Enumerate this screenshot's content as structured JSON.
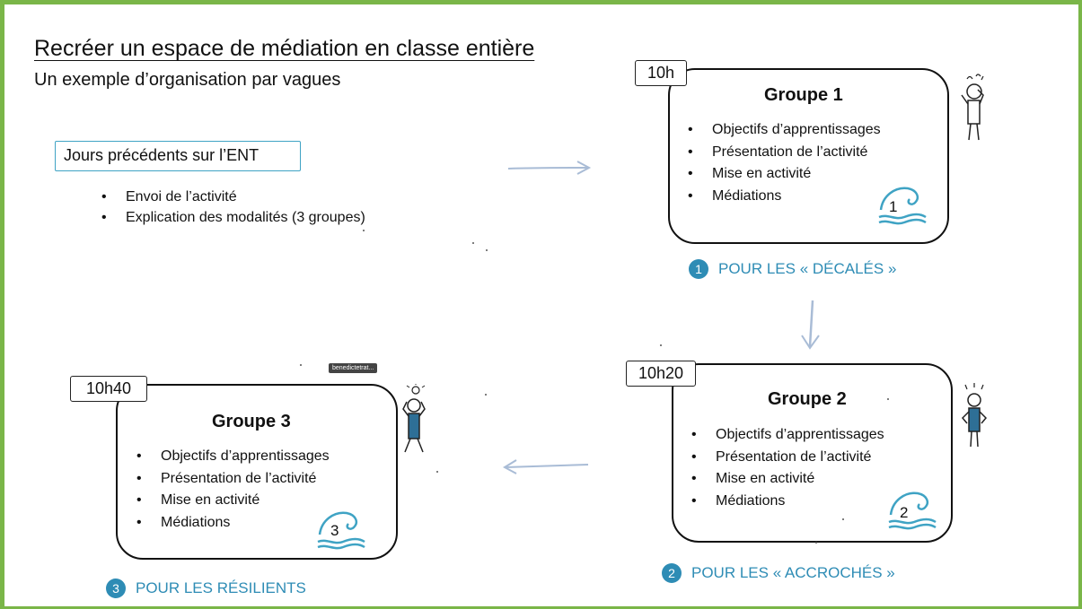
{
  "title": "Recréer un espace de médiation en classe entière",
  "subtitle": "Un exemple d’organisation par vagues",
  "previous_days": {
    "label": "Jours précédents sur l’ENT",
    "items": [
      "Envoi de l’activité",
      "Explication des modalités (3 groupes)"
    ]
  },
  "groups": [
    {
      "time": "10h",
      "title": "Groupe 1",
      "items": [
        "Objectifs d’apprentissages",
        "Présentation de l’activité",
        "Mise en activité",
        "Médiations"
      ],
      "wave_number": "1",
      "step_number": "1",
      "step_label": "POUR LES « DÉCALÉS »"
    },
    {
      "time": "10h20",
      "title": "Groupe 2",
      "items": [
        "Objectifs d’apprentissages",
        "Présentation de l’activité",
        "Mise en activité",
        "Médiations"
      ],
      "wave_number": "2",
      "step_number": "2",
      "step_label": "POUR LES « ACCROCHÉS »"
    },
    {
      "time": "10h40",
      "title": "Groupe 3",
      "items": [
        "Objectifs d’apprentissages",
        "Présentation de l’activité",
        "Mise en activité",
        "Médiations"
      ],
      "wave_number": "3",
      "step_number": "3",
      "step_label": "POUR LES RÉSILIENTS"
    }
  ],
  "annotation_tag": "benedictetrat...",
  "colors": {
    "frame": "#7ab648",
    "accent": "#2e8cb5",
    "wave": "#3fa3c4",
    "arrow": "#a9bcd6"
  }
}
